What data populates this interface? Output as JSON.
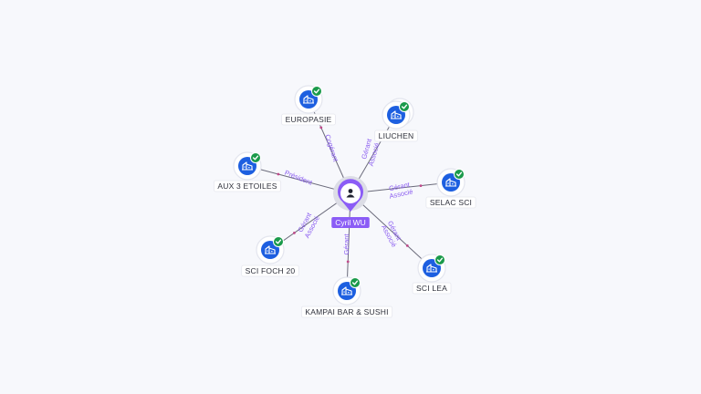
{
  "center": {
    "name": "Cyril WU",
    "icon": "person-icon"
  },
  "nodes": [
    {
      "id": "europasie",
      "label": "EUROPASIE",
      "icon": "building-icon",
      "status": "check-icon",
      "relations": [
        "Cogérant"
      ]
    },
    {
      "id": "liuchen",
      "label": "LIUCHEN",
      "icon": "building-icon",
      "status": "check-icon",
      "relations": [
        "Gérant",
        "Associé"
      ]
    },
    {
      "id": "aux3etoiles",
      "label": "AUX 3 ETOILES",
      "icon": "building-icon",
      "status": "check-icon",
      "relations": [
        "Président"
      ]
    },
    {
      "id": "selacsci",
      "label": "SELAC SCI",
      "icon": "building-icon",
      "status": "check-icon",
      "relations": [
        "Gérant",
        "Associé"
      ]
    },
    {
      "id": "scifoch20",
      "label": "SCI FOCH 20",
      "icon": "building-icon",
      "status": "check-icon",
      "relations": [
        "Gérant",
        "Associé"
      ]
    },
    {
      "id": "scilea",
      "label": "SCI LEA",
      "icon": "building-icon",
      "status": "check-icon",
      "relations": [
        "Gérant",
        "Associé"
      ]
    },
    {
      "id": "kampai",
      "label": "KAMPAI BAR & SUSHI",
      "icon": "building-icon",
      "status": "check-icon",
      "relations": [
        "Gérant"
      ]
    }
  ],
  "colors": {
    "accent": "#8b5cf6",
    "node": "#1d5fe0",
    "status_ok": "#1a9a4a",
    "edge": "#6b6b7b",
    "relation_text": "#8a5cf0"
  }
}
